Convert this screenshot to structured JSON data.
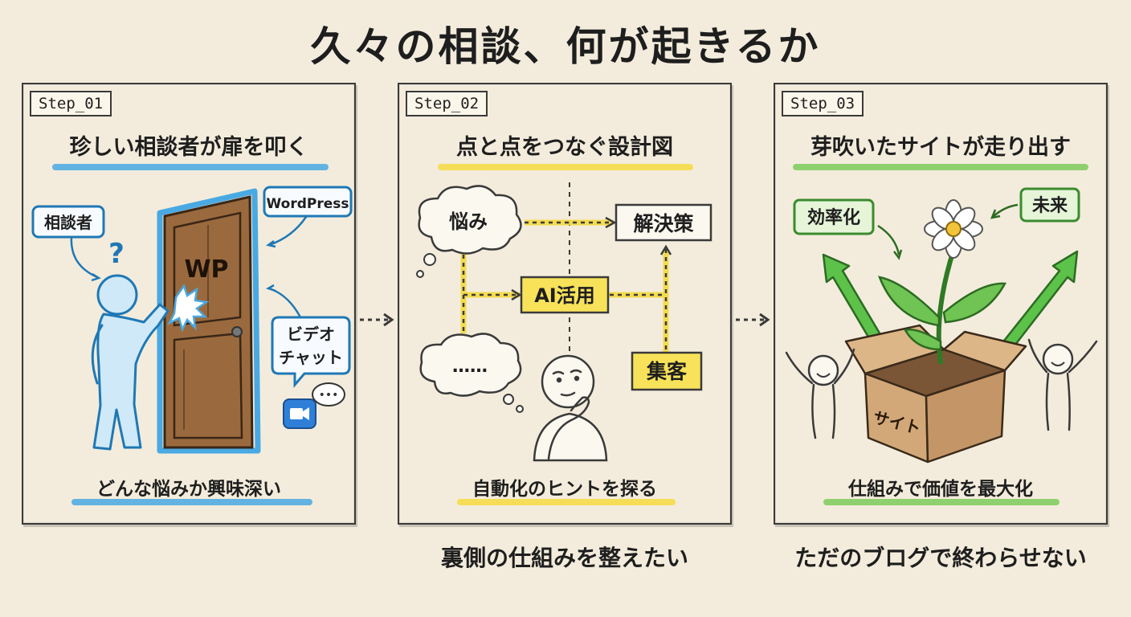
{
  "title": "久々の相談、何が起きるか",
  "panels": [
    {
      "tag": "Step_01",
      "heading": "珍しい相談者が扉を叩く",
      "caption": "どんな悩みか興味深い",
      "labels": {
        "person": "相談者",
        "question": "?",
        "door": "WP",
        "platform": "WordPress",
        "chat_line1": "ビデオ",
        "chat_line2": "チャット",
        "chat_dots": "•••"
      },
      "accent": "#49a9e3"
    },
    {
      "tag": "Step_02",
      "heading": "点と点をつなぐ設計図",
      "caption": "自動化のヒントを探る",
      "labels": {
        "worry": "悩み",
        "ellipsis": "……",
        "solution": "解決策",
        "ai": "AI活用",
        "customers": "集客"
      },
      "accent": "#f4da3f"
    },
    {
      "tag": "Step_03",
      "heading": "芽吹いたサイトが走り出す",
      "caption": "仕組みで価値を最大化",
      "labels": {
        "efficiency": "効率化",
        "future": "未来",
        "box": "サイト"
      },
      "accent": "#7ccb5a"
    }
  ],
  "bottom_notes": [
    "裏側の仕組みを整えたい",
    "ただのブログで終わらせない"
  ]
}
